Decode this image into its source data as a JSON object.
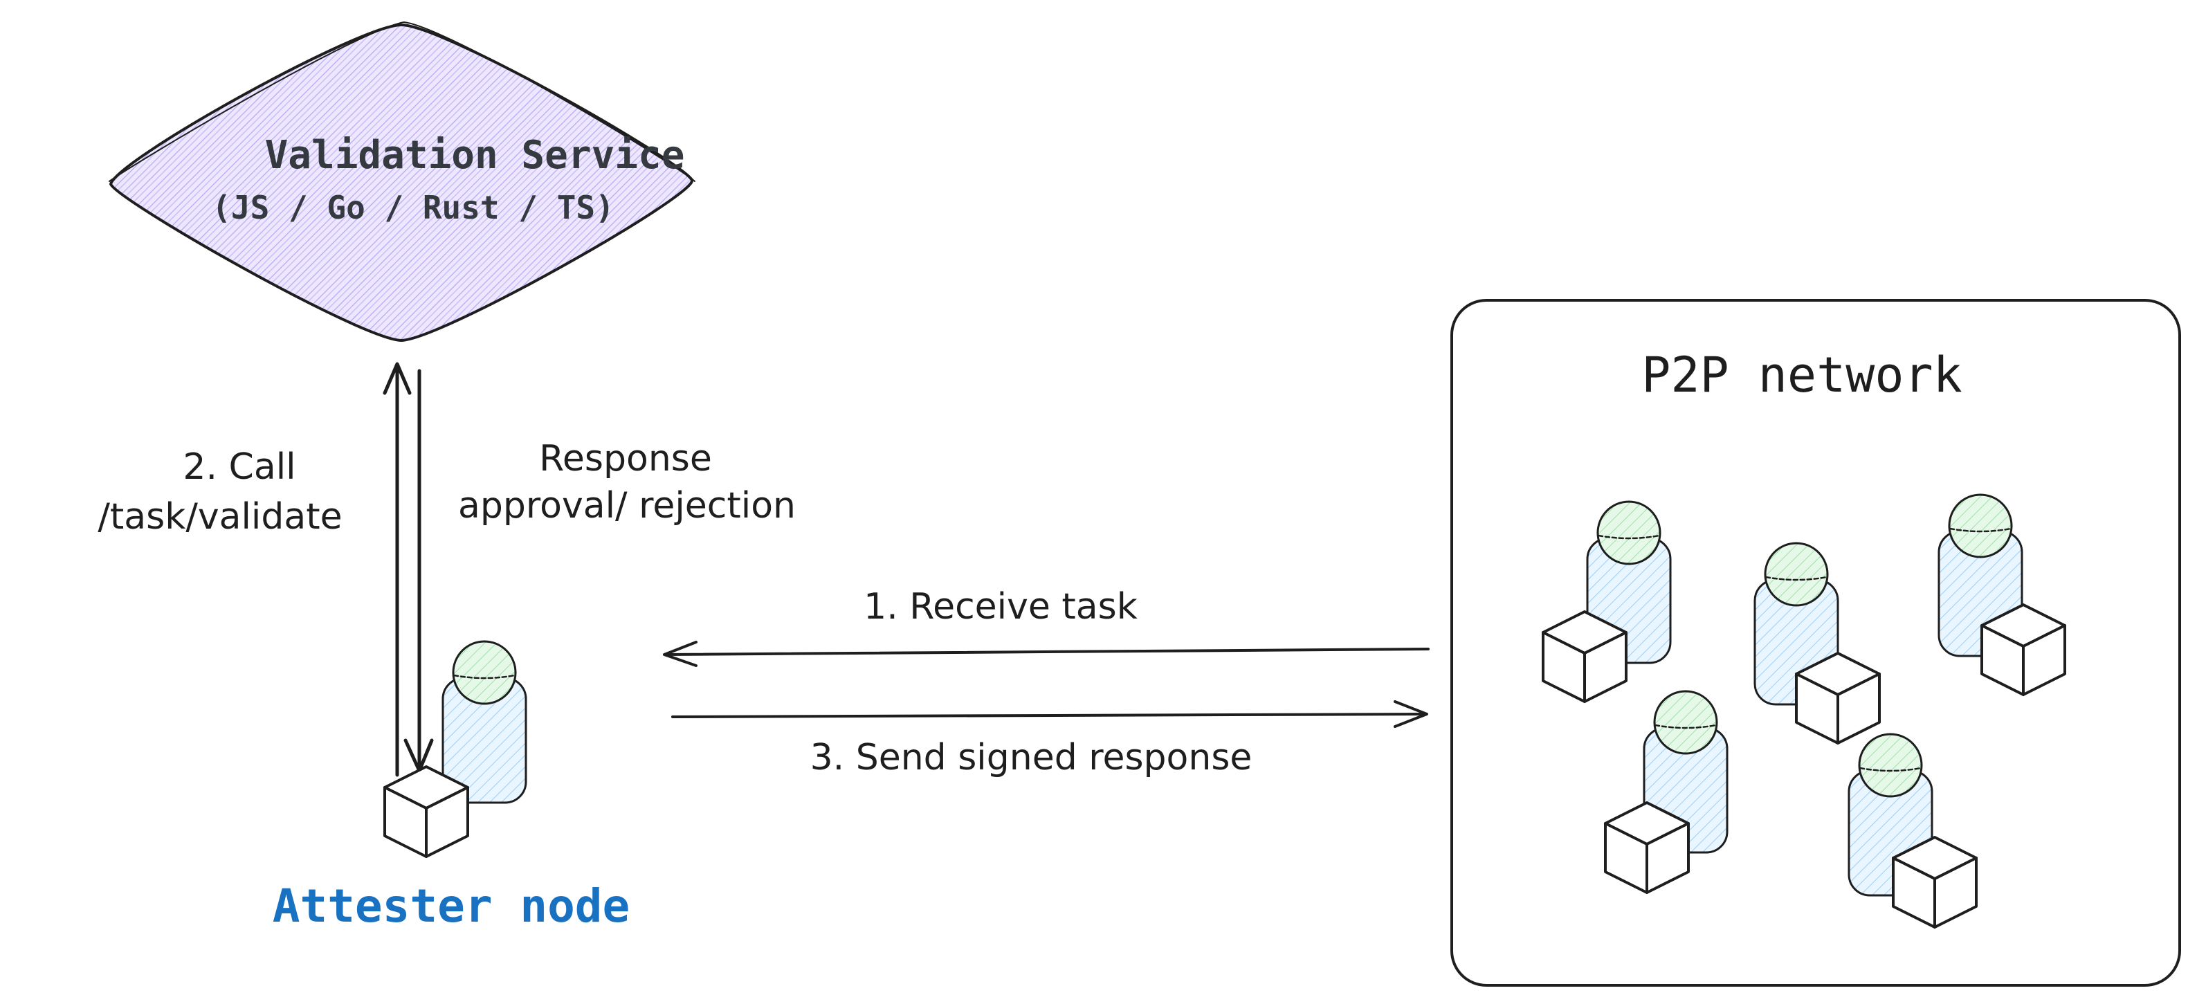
{
  "validation_service": {
    "title": "Validation Service",
    "subtitle": "(JS / Go / Rust / TS)"
  },
  "attester": {
    "label": "Attester node"
  },
  "network": {
    "title": "P2P network"
  },
  "edges": {
    "call_line1": "2. Call",
    "call_line2": "/task/validate",
    "response_line1": "Response",
    "response_line2": "approval/ rejection",
    "receive": "1. Receive task",
    "send": "3. Send signed response"
  },
  "colors": {
    "stroke": "#1e1e1e",
    "service_fill": "#d0bfff",
    "head_fill": "#b2f2bb",
    "body_fill": "#a5d8ff",
    "attester_label": "#1971c2",
    "text": "#1e1e1e",
    "service_text": "#343a40"
  }
}
